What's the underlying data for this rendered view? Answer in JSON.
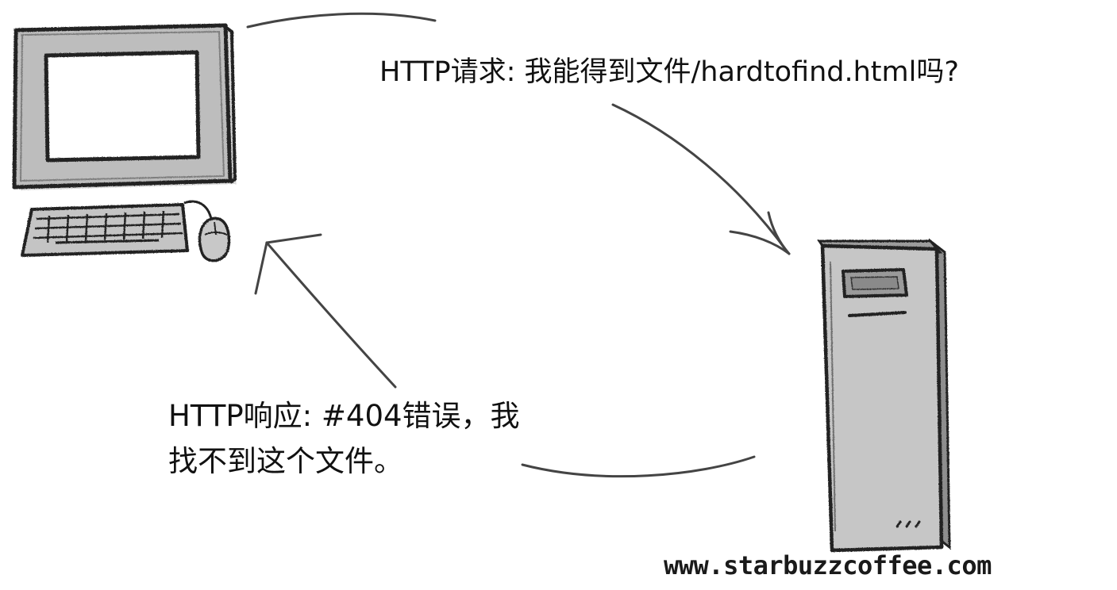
{
  "request": {
    "text": "HTTP请求: 我能得到文件/hardtofind.html吗?"
  },
  "response": {
    "line1": "HTTP响应: #404错误，我",
    "line2": "找不到这个文件。"
  },
  "server": {
    "url": "www.starbuzzcoffee.com"
  },
  "colors": {
    "ink": "#222222",
    "device_gray": "#bdbdbd",
    "device_gray_dark": "#8e8e8e",
    "screen_white": "#ffffff"
  },
  "icons": [
    "computer-icon",
    "keyboard-icon",
    "mouse-icon",
    "server-icon"
  ]
}
